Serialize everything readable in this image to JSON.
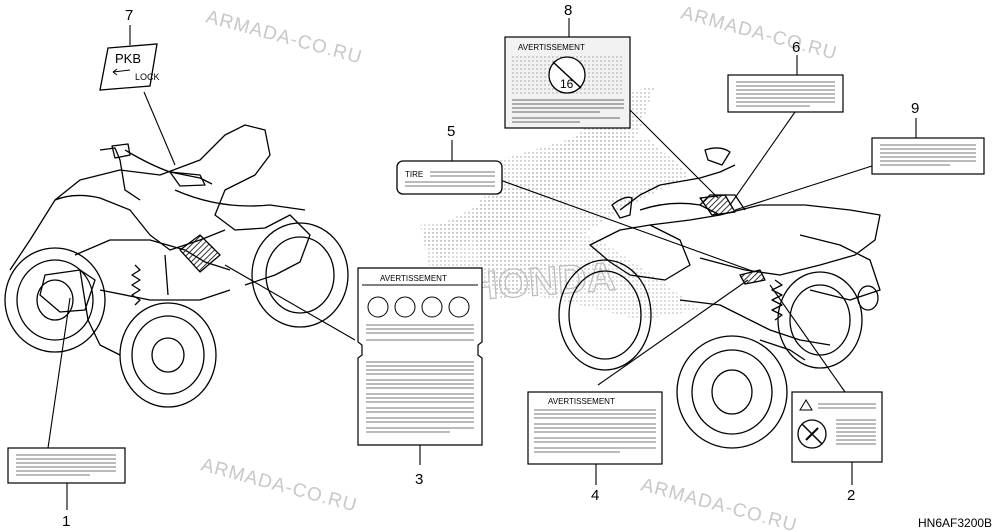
{
  "watermark_text": "ARMADA-CO.RU",
  "diagram_code": "HN6AF3200B",
  "callouts": [
    "1",
    "2",
    "3",
    "4",
    "5",
    "6",
    "7",
    "8",
    "9"
  ],
  "label_texts": {
    "warning_word": "AVERTISSEMENT",
    "tire": "TIRE",
    "pkb": "PKB",
    "lock": "LOCK",
    "age": "16"
  }
}
